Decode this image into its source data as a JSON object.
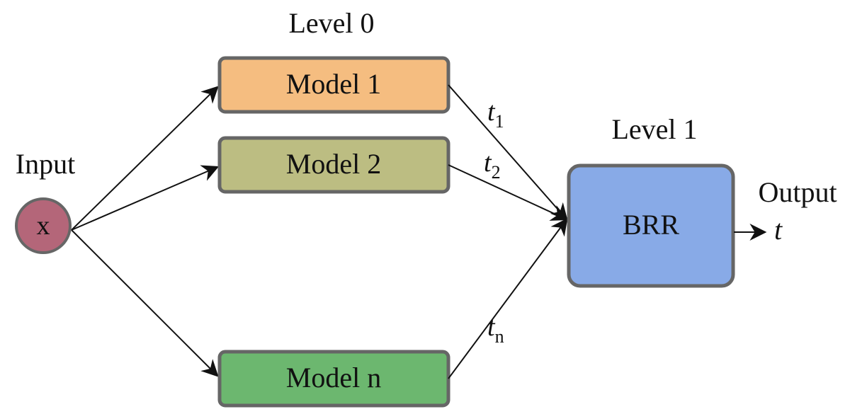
{
  "diagram": {
    "input": {
      "label": "Input",
      "node": "x",
      "fill": "#b46679",
      "stroke": "#666666"
    },
    "level0": {
      "title": "Level 0",
      "models": [
        {
          "label": "Model 1",
          "fill": "#f5bd80"
        },
        {
          "label": "Model 2",
          "fill": "#bcbd82"
        },
        {
          "label": "Model n",
          "fill": "#6cb76f"
        }
      ]
    },
    "predictions": [
      {
        "base": "t",
        "sub": "1"
      },
      {
        "base": "t",
        "sub": "2"
      },
      {
        "base": "t",
        "sub": "n"
      }
    ],
    "level1": {
      "title": "Level 1",
      "meta_model": "BRR",
      "fill": "#88aae7"
    },
    "output": {
      "label": "Output",
      "symbol": "t"
    },
    "box_stroke": "#666666",
    "arrow_color": "#111111"
  }
}
